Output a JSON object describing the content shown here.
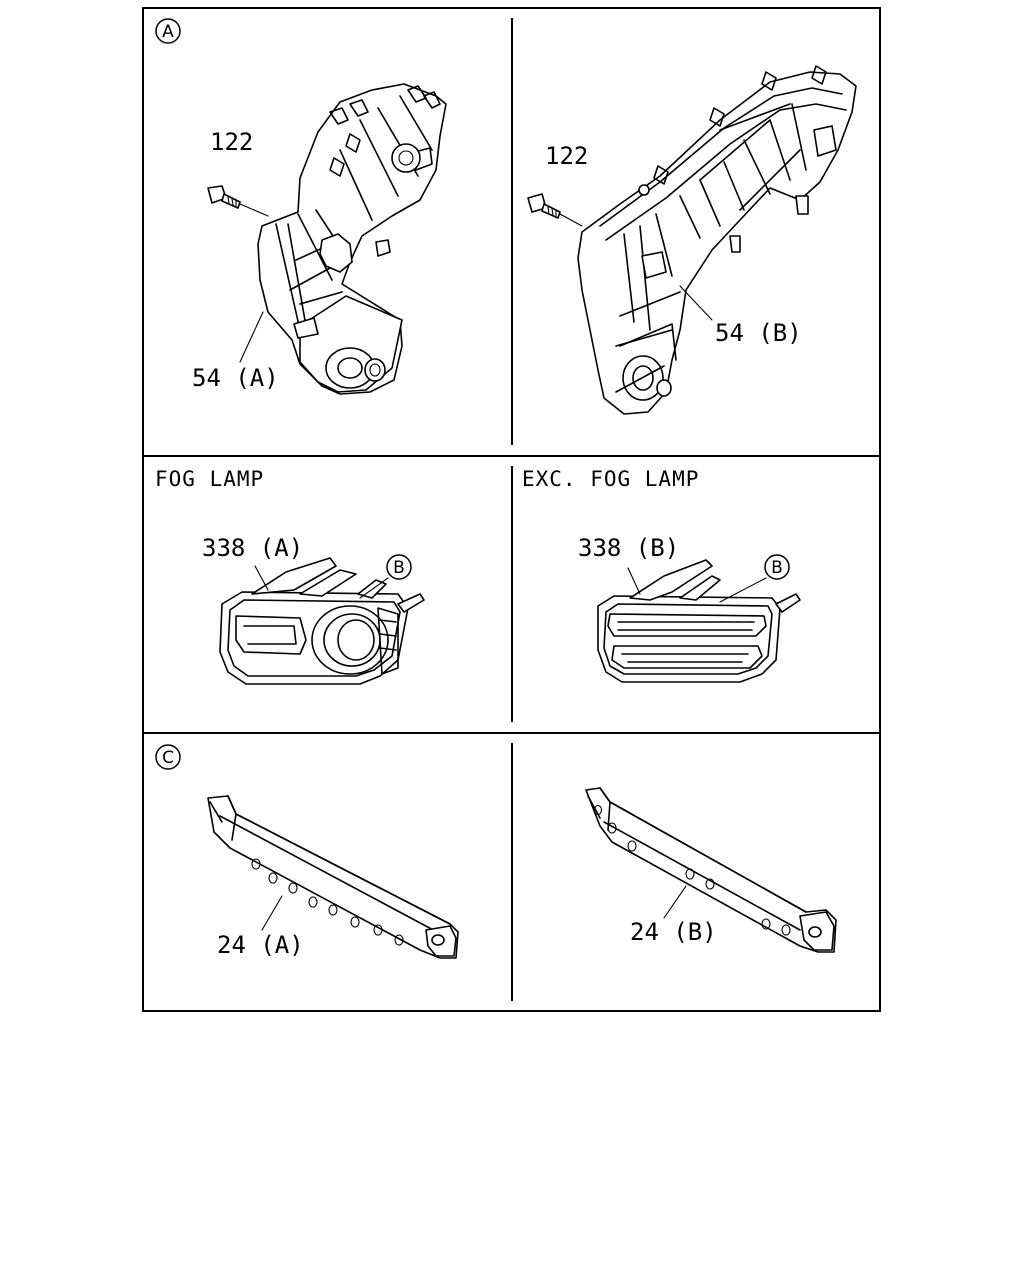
{
  "markers": {
    "a": "A",
    "b_left": "B",
    "b_right": "B",
    "c": "C"
  },
  "headers": {
    "fog_lamp": "FOG LAMP",
    "exc_fog_lamp": "EXC. FOG LAMP"
  },
  "callouts": {
    "bolt_left": "122",
    "bolt_right": "122",
    "bracket_a": "54 (A)",
    "bracket_b": "54 (B)",
    "cover_a": "338 (A)",
    "cover_b": "338 (B)",
    "bar_a": "24 (A)",
    "bar_b": "24 (B)"
  }
}
